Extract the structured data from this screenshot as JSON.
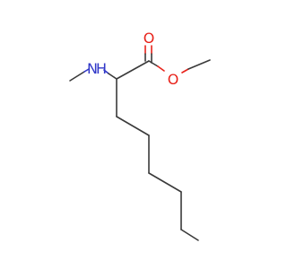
{
  "molecule": {
    "atoms": {
      "amine_n": "N",
      "amine_h": "H",
      "carbonyl_o": "O",
      "ester_o": "O"
    },
    "colors": {
      "bond": "#3a3a3a",
      "oxygen": "#e8231b",
      "nitrogen": "#3138c8",
      "background": "#ffffff"
    }
  }
}
